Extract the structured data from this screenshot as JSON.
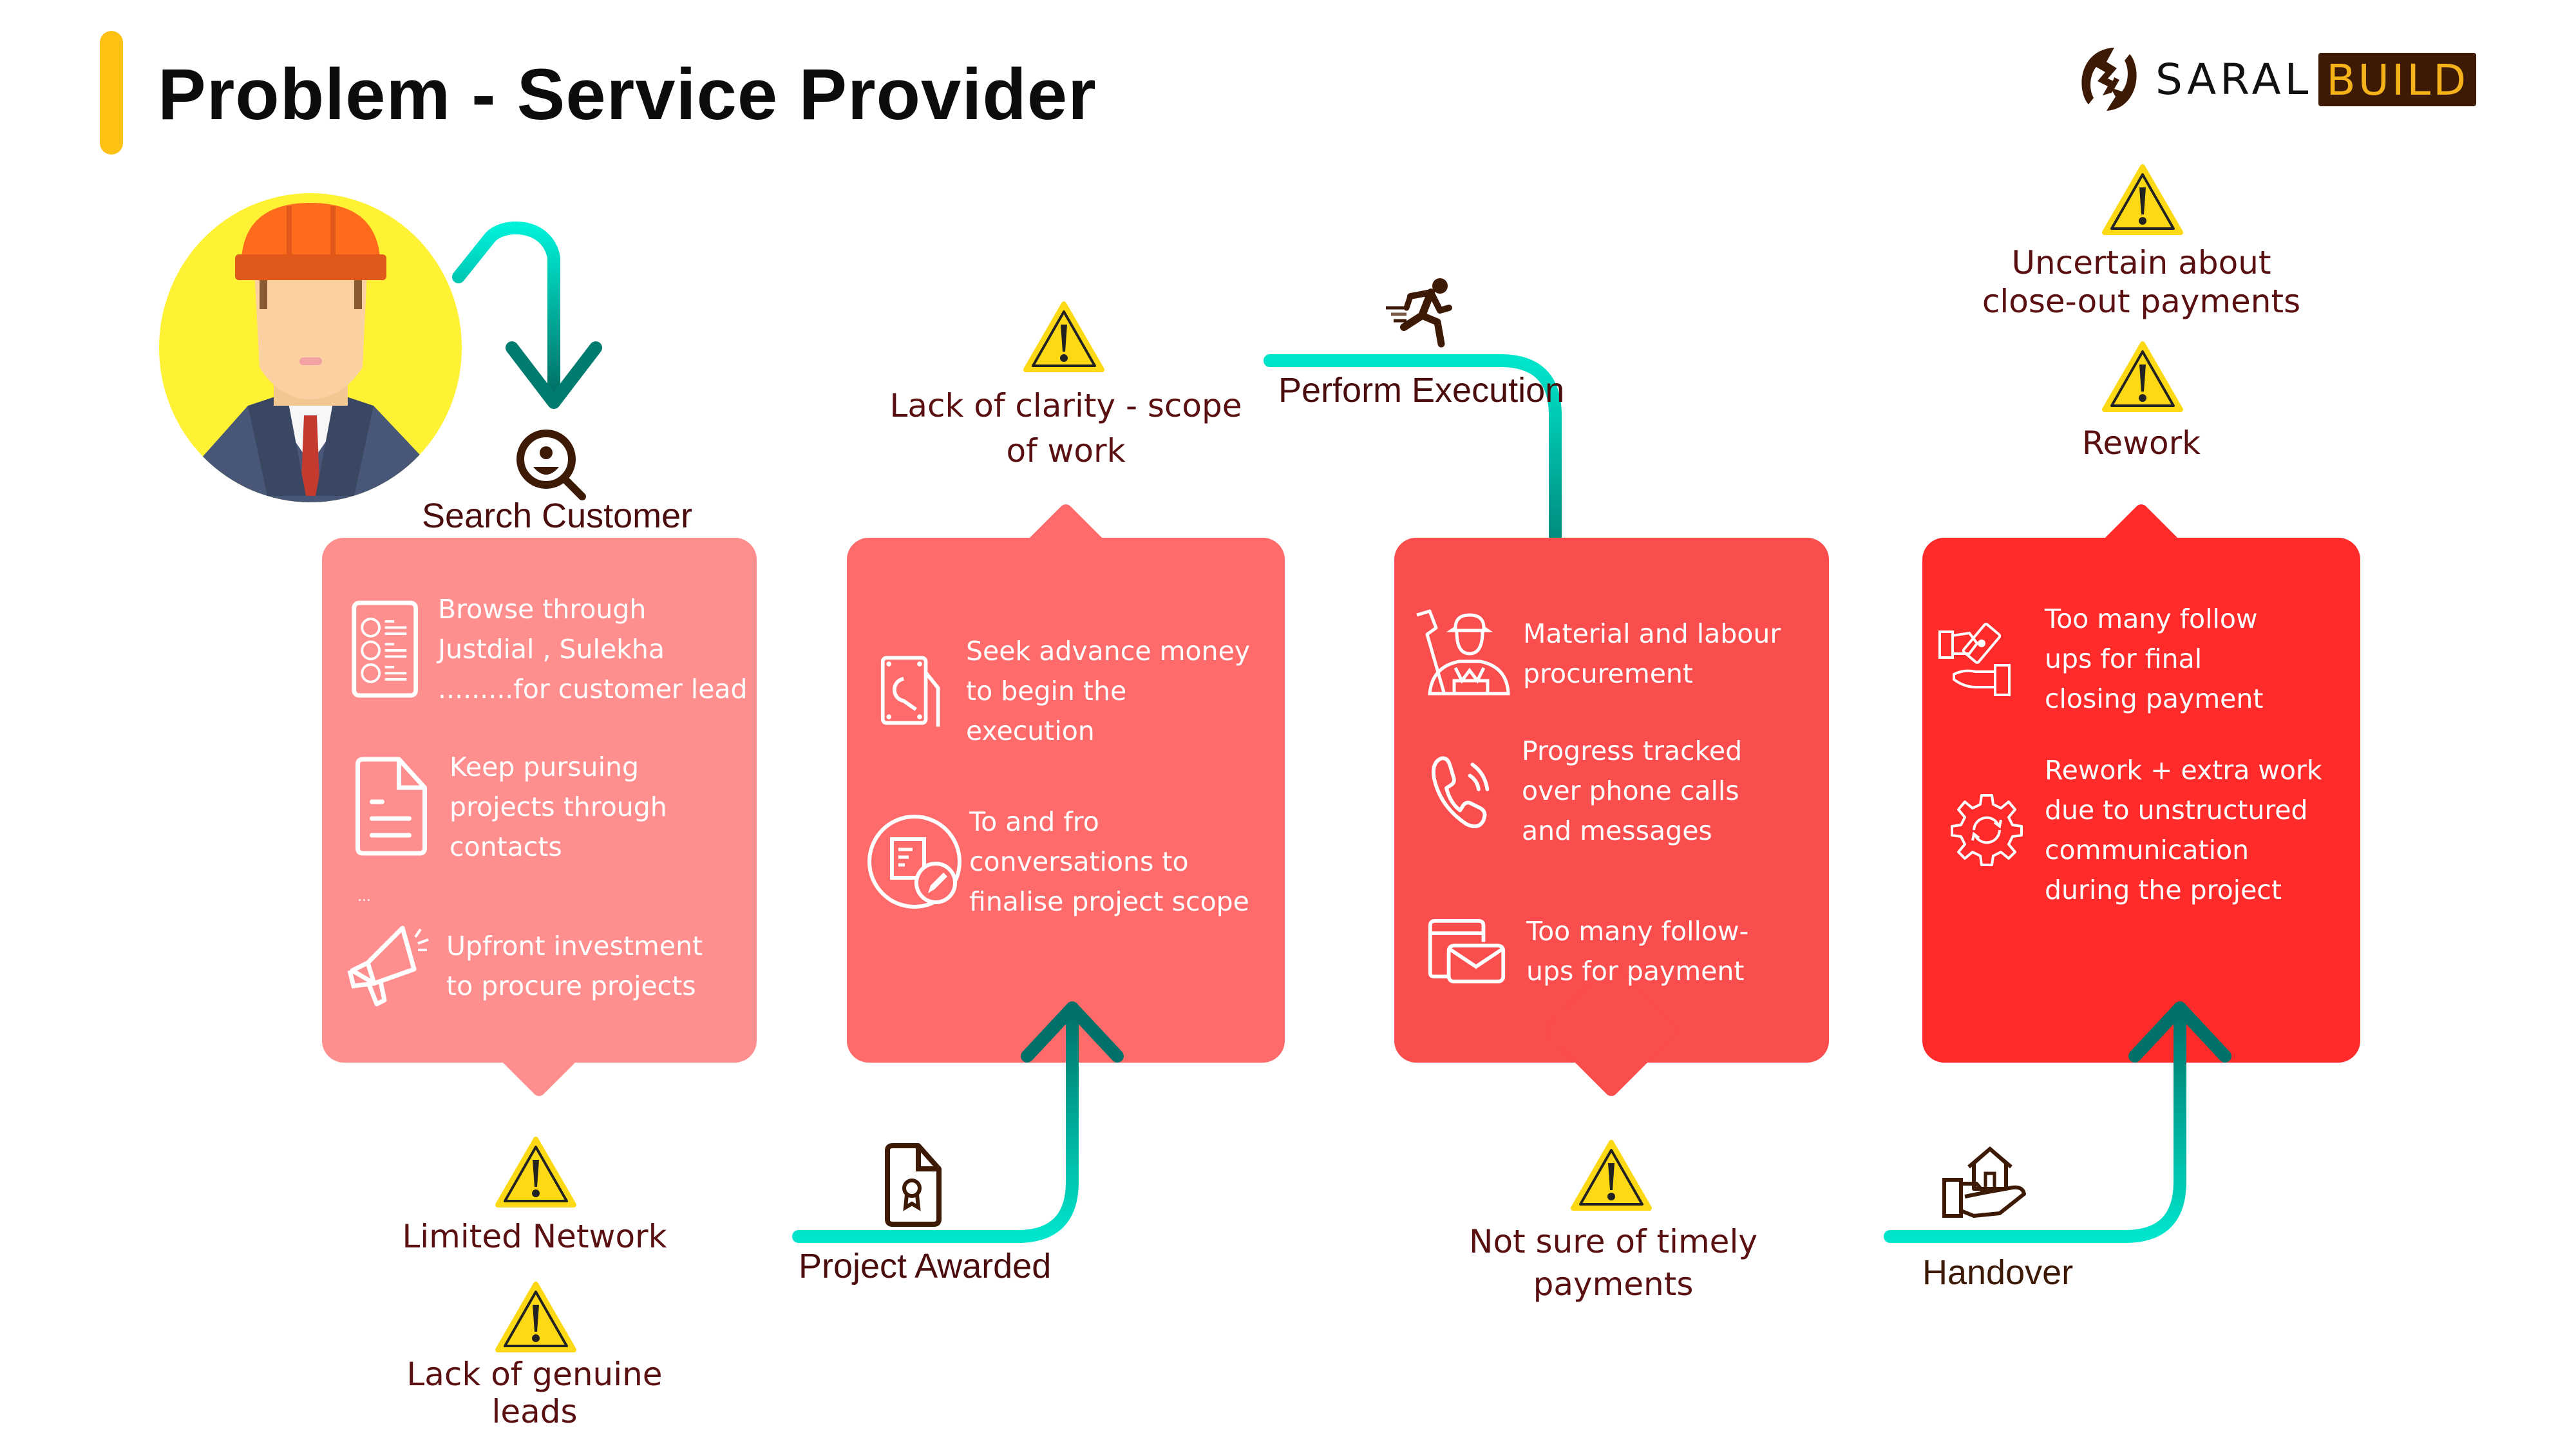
{
  "header": {
    "title": "Problem - Service Provider",
    "accent_color": "#FDC113"
  },
  "logo": {
    "icon": "saral-build-logo-icon",
    "word1": "SARAL",
    "word2": "BUILD",
    "brand_dark": "#3D1A05",
    "brand_gold": "#F6B21B"
  },
  "persona": {
    "icon": "construction-contractor-avatar",
    "circle_color": "#FFF133"
  },
  "stages": [
    {
      "label": "Search Customer",
      "icon": "search-person-icon",
      "card_color": "#FF8E8E",
      "items": [
        {
          "icon": "contact-list-icon",
          "lines": [
            "Browse through",
            "Justdial , Sulekha",
            ".........for customer lead"
          ]
        },
        {
          "icon": "document-icon",
          "lines": [
            "Keep pursuing",
            "projects through",
            "contacts"
          ]
        },
        {
          "icon": "megaphone-icon",
          "lines": [
            "Upfront investment",
            "to procure projects"
          ]
        }
      ],
      "stray_text": "...",
      "warnings": [
        "Limited Network",
        "Lack of genuine leads"
      ]
    },
    {
      "label": "Project Awarded",
      "icon": "certificate-document-icon",
      "card_color": "#FF6B6B",
      "items": [
        {
          "icon": "money-hand-icon",
          "lines": [
            "Seek advance money",
            "to begin the",
            "execution"
          ]
        },
        {
          "icon": "edit-document-icon",
          "lines": [
            "To and fro",
            "conversations to",
            "finalise project scope"
          ]
        }
      ],
      "warnings": [
        "Lack of clarity - scope of work"
      ]
    },
    {
      "label": "Perform Execution",
      "icon": "running-person-icon",
      "card_color": "#FA4D4D",
      "items": [
        {
          "icon": "construction-worker-icon",
          "lines": [
            "Material and  labour",
            "procurement"
          ]
        },
        {
          "icon": "phone-call-icon",
          "lines": [
            "Progress tracked",
            "over phone calls",
            "and messages"
          ]
        },
        {
          "icon": "mail-window-icon",
          "lines": [
            "Too many follow-",
            "ups for payment"
          ]
        }
      ],
      "warnings": [
        "Not sure of timely payments"
      ]
    },
    {
      "label": "Handover",
      "icon": "hand-house-icon",
      "card_color": "#FF2B2B",
      "items": [
        {
          "icon": "payment-exchange-icon",
          "lines": [
            "Too many follow",
            "ups for final",
            "closing payment"
          ]
        },
        {
          "icon": "gear-refresh-icon",
          "lines": [
            "Rework + extra work",
            "due to unstructured",
            "communication",
            "during the project"
          ]
        }
      ],
      "warnings": [
        "Uncertain about close-out payments",
        "Rework"
      ]
    }
  ],
  "warning_text": {
    "w1_line1": "Limited Network",
    "w2_line1": "Lack of genuine",
    "w2_line2": "leads",
    "w3_line1": "Lack of clarity - scope",
    "w3_line2": "of work",
    "w4_line1": "Not sure of timely",
    "w4_line2": "payments",
    "w5_line1": "Uncertain about",
    "w5_line2": "close-out payments",
    "w6_line1": "Rework"
  },
  "colors": {
    "arrow_light": "#00E5CC",
    "arrow_dark": "#007268",
    "text_maroon": "#5A0F10",
    "warning_yellow": "#FCD815"
  }
}
